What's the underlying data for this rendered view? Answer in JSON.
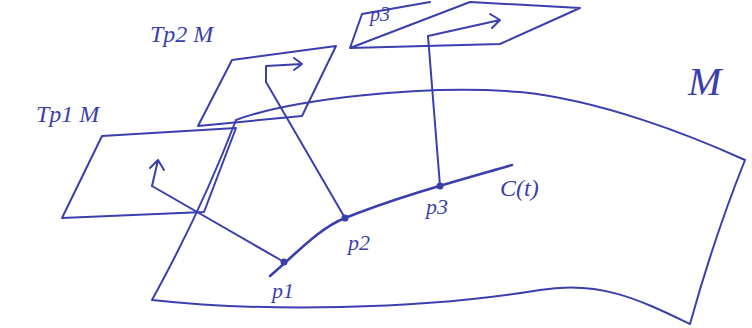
{
  "diagram": {
    "labels": [
      "Tp1 M",
      "Tp2 M",
      "p3",
      "M",
      "p1",
      "p2",
      "p3",
      "C(t)"
    ]
  }
}
